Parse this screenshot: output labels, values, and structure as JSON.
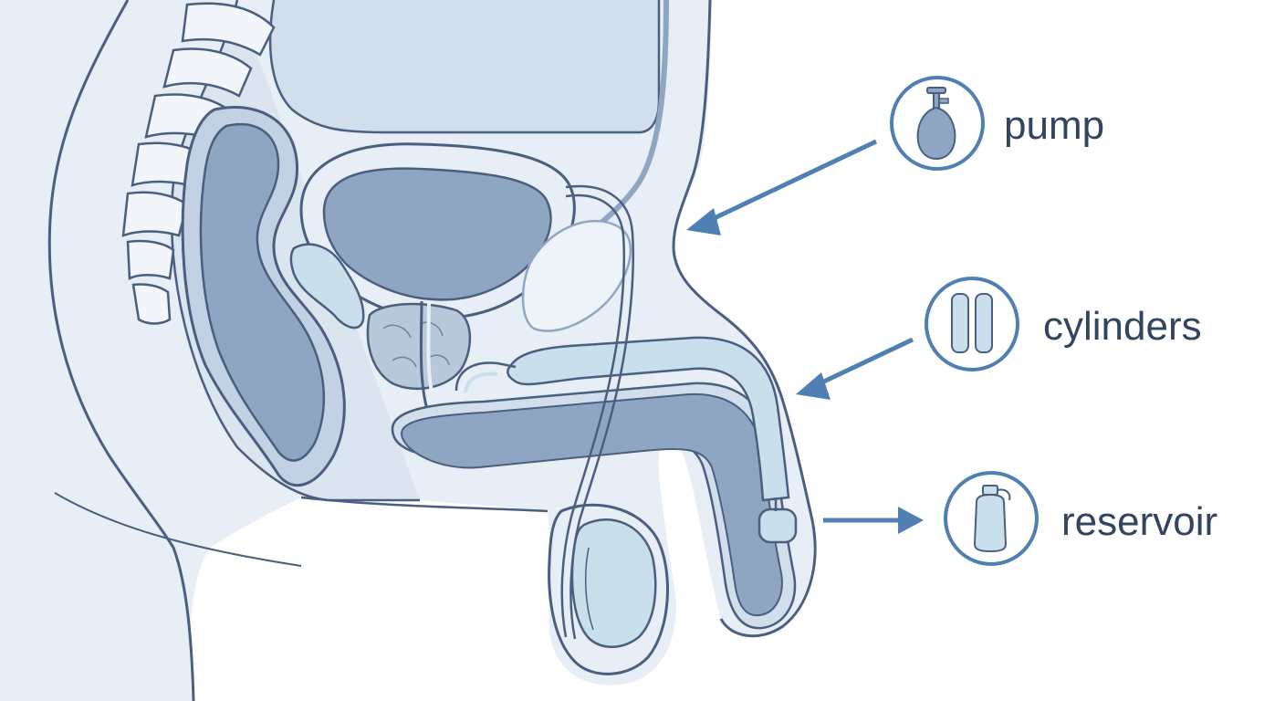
{
  "colors": {
    "background": "#ffffff",
    "body_fill": "#e7eef6",
    "body_fill_dark": "#d2deeb",
    "outline": "#4a5f7f",
    "organ_dark": "#8fa6c2",
    "organ_mid": "#b9c9dc",
    "implant_light": "#c9e0ec",
    "accent_arrow": "#4f7fb3",
    "label_text": "#33445f"
  },
  "labels": [
    {
      "id": "pump",
      "text": "pump",
      "icon": "pump-bulb-icon"
    },
    {
      "id": "cylinders",
      "text": "cylinders",
      "icon": "cylinders-icon"
    },
    {
      "id": "reservoir",
      "text": "reservoir",
      "icon": "reservoir-bottle-icon"
    }
  ]
}
